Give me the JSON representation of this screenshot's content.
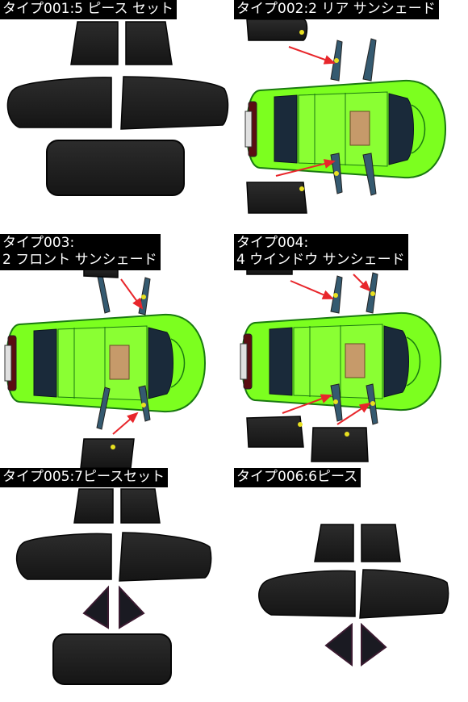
{
  "panels": [
    {
      "label_lines": [
        "タイプ001:5 ピース セット"
      ]
    },
    {
      "label_lines": [
        "タイプ002:2 リア サンシェード"
      ]
    },
    {
      "label_lines": [
        "タイプ003:",
        "2 フロント サンシェード"
      ]
    },
    {
      "label_lines": [
        "タイプ004:",
        "4 ウインドウ サンシェード"
      ]
    },
    {
      "label_lines": [
        "タイプ005:7ピースセット"
      ]
    },
    {
      "label_lines": [
        "タイプ006:6ピース"
      ]
    }
  ],
  "colors": {
    "shade": "#1e1e1e",
    "shade_edge": "#050505",
    "car_body": "#7cff1f",
    "car_outline": "#1a7a10",
    "arrow": "#e8262b",
    "label_bg": "#000000",
    "label_text": "#ffffff",
    "suction_cup": "#e8e020"
  },
  "icons": {
    "sunshade": "sunshade-panel-icon",
    "car": "green-car-top-view-icon",
    "arrow": "red-arrow-icon"
  }
}
